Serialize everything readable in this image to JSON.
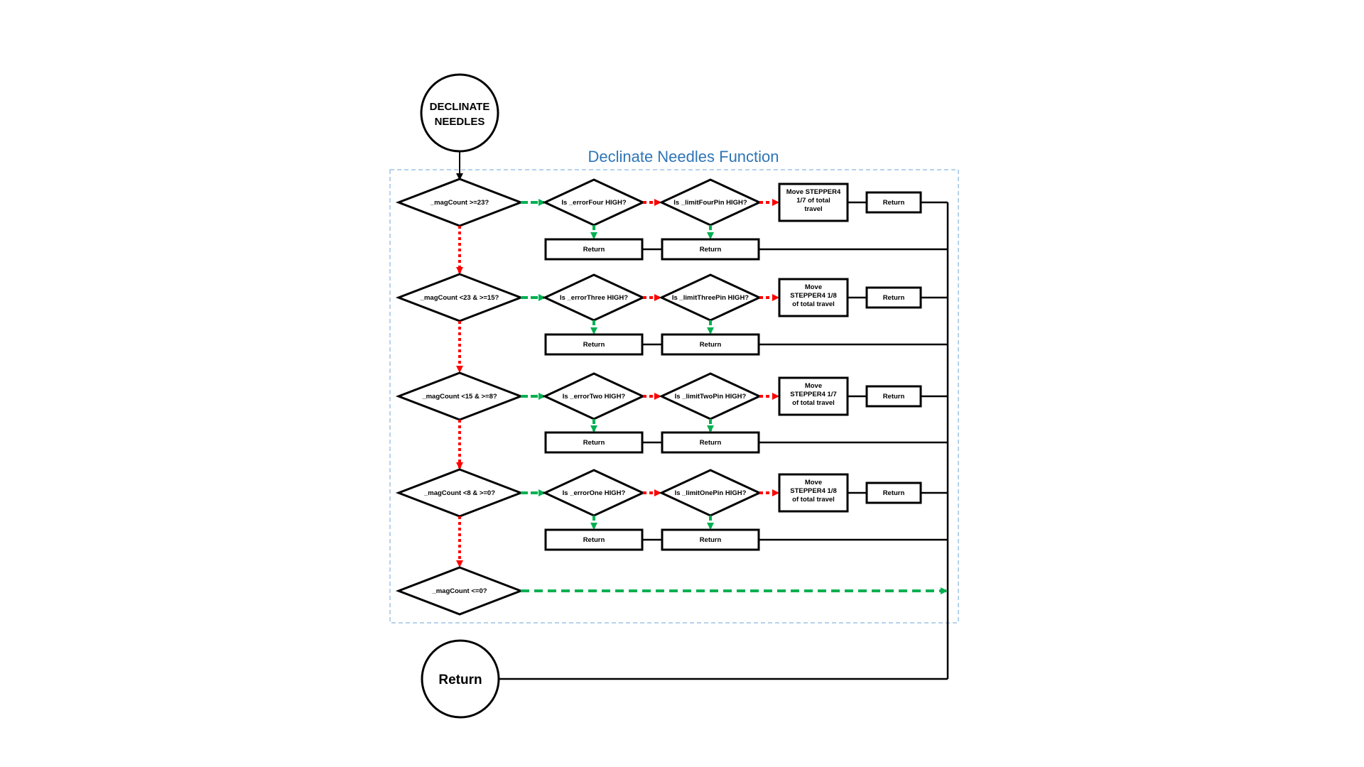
{
  "start": {
    "line1": "DECLINATE",
    "line2": "NEEDLES"
  },
  "container": {
    "title": "Declinate Needles Function"
  },
  "rows": [
    {
      "condition": "_magCount >=23?",
      "error_check": "Is _errorFour HIGH?",
      "limit_check": "Is _limitFourPin HIGH?",
      "move": [
        "Move STEPPER4",
        "1/7 of total",
        "travel"
      ],
      "move_return": "Return",
      "error_return": "Return",
      "limit_return": "Return"
    },
    {
      "condition": "_magCount <23 & >=15?",
      "error_check": "Is _errorThree HIGH?",
      "limit_check": "Is _limitThreePin HIGH?",
      "move": [
        "Move",
        "STEPPER4 1/8",
        "of total travel"
      ],
      "move_return": "Return",
      "error_return": "Return",
      "limit_return": "Return"
    },
    {
      "condition": "_magCount <15 & >=8?",
      "error_check": "Is _errorTwo HIGH?",
      "limit_check": "Is _limitTwoPin HIGH?",
      "move": [
        "Move",
        "STEPPER4 1/7",
        "of total travel"
      ],
      "move_return": "Return",
      "error_return": "Return",
      "limit_return": "Return"
    },
    {
      "condition": "_magCount <8 & >=0?",
      "error_check": "Is _errorOne HIGH?",
      "limit_check": "Is _limitOnePin HIGH?",
      "move": [
        "Move",
        "STEPPER4 1/8",
        "of total travel"
      ],
      "move_return": "Return",
      "error_return": "Return",
      "limit_return": "Return"
    }
  ],
  "final_condition": "_magCount <=0?",
  "end": {
    "label": "Return"
  },
  "colors": {
    "yes": "#00b050",
    "no": "#ff0000",
    "container": "#9dc3e6",
    "title": "#2e75b6",
    "stroke": "#000000"
  }
}
